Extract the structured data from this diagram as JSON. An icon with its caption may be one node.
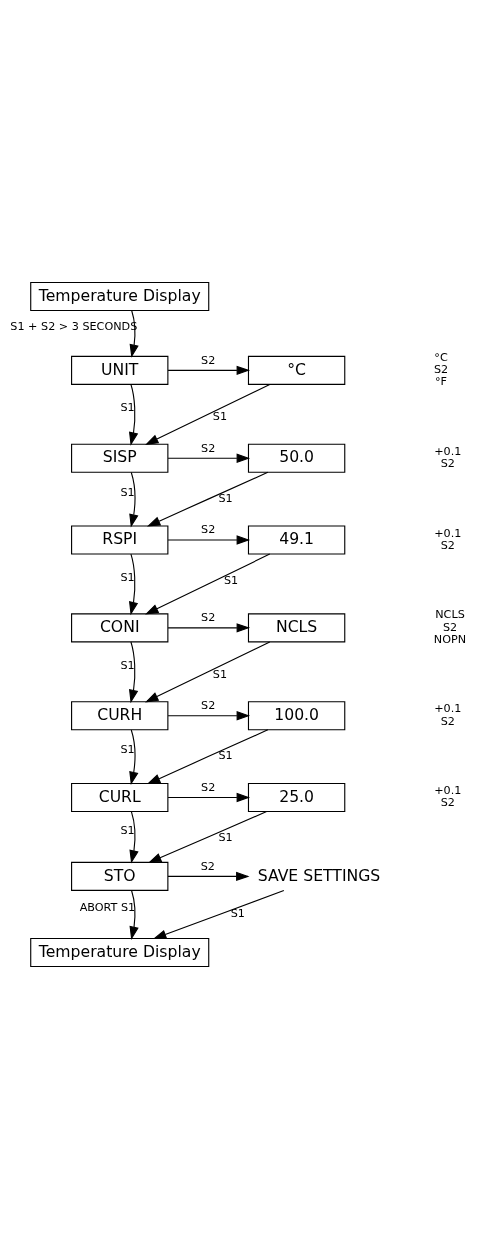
{
  "diagram": {
    "nodes": [
      {
        "text": [
          "Temperature Display"
        ]
      },
      {
        "text": [
          "UNIT"
        ]
      },
      {
        "text": [
          "°C"
        ],
        "beside": [
          "°C",
          "S2",
          "°F"
        ]
      },
      {
        "text": [
          "SISP"
        ]
      },
      {
        "text": [
          "50.0"
        ],
        "beside": [
          "+0.1",
          "S2"
        ]
      },
      {
        "text": [
          "RSPI"
        ]
      },
      {
        "text": [
          "49.1"
        ],
        "beside": [
          "+0.1",
          "S2"
        ]
      },
      {
        "text": [
          "CONI"
        ]
      },
      {
        "text": [
          "NCLS"
        ],
        "beside": [
          "NCLS",
          "S2",
          "NOPN"
        ]
      },
      {
        "text": [
          "CURH"
        ]
      },
      {
        "text": [
          "100.0"
        ],
        "beside": [
          "+0.1",
          "S2"
        ]
      },
      {
        "text": [
          "CURL"
        ]
      },
      {
        "text": [
          "25.0"
        ],
        "beside": [
          "+0.1",
          "S2"
        ]
      },
      {
        "text": [
          "STO"
        ]
      },
      {
        "text": [
          "SAVE SETTINGS"
        ]
      },
      {
        "text": [
          "Temperature Display"
        ]
      }
    ],
    "edges": [
      {
        "from": 0,
        "to": 1,
        "arrow": "to",
        "label": "S1 + S2 > 3 SECONDS"
      },
      {
        "from": 1,
        "to": 2,
        "arrow": "to",
        "label": "S2"
      },
      {
        "from": 1,
        "to": 3,
        "arrow": "to",
        "label": "S1"
      },
      {
        "from": 2,
        "to": 3,
        "arrow": "to",
        "label": "S1"
      },
      {
        "from": 3,
        "to": 4,
        "arrow": "to",
        "label": "S2"
      },
      {
        "from": 3,
        "to": 5,
        "arrow": "to",
        "label": "S1"
      },
      {
        "from": 4,
        "to": 5,
        "arrow": "to",
        "label": "S1"
      },
      {
        "from": 5,
        "to": 6,
        "arrow": "to",
        "label": "S2"
      },
      {
        "from": 5,
        "to": 7,
        "arrow": "to",
        "label": "S1"
      },
      {
        "from": 6,
        "to": 7,
        "arrow": "to",
        "label": "S1"
      },
      {
        "from": 7,
        "to": 8,
        "arrow": "to",
        "label": "S2"
      },
      {
        "from": 7,
        "to": 9,
        "arrow": "to",
        "label": "S1"
      },
      {
        "from": 8,
        "to": 9,
        "arrow": "to",
        "label": "S1"
      },
      {
        "from": 9,
        "to": 10,
        "arrow": "to",
        "label": "S2"
      },
      {
        "from": 9,
        "to": 11,
        "arrow": "to",
        "label": "S1"
      },
      {
        "from": 10,
        "to": 11,
        "arrow": "to",
        "label": "S1"
      },
      {
        "from": 11,
        "to": 12,
        "arrow": "to",
        "label": "S2"
      },
      {
        "from": 11,
        "to": 13,
        "arrow": "to",
        "label": "S1"
      },
      {
        "from": 12,
        "to": 13,
        "arrow": "to",
        "label": "S1"
      },
      {
        "from": 13,
        "to": 14,
        "arrow": "to",
        "label": "S2"
      },
      {
        "from": 13,
        "to": 15,
        "arrow": "to",
        "label": "ABORT S1"
      },
      {
        "from": 14,
        "to": 15,
        "arrow": "to",
        "label": "S1"
      }
    ]
  }
}
